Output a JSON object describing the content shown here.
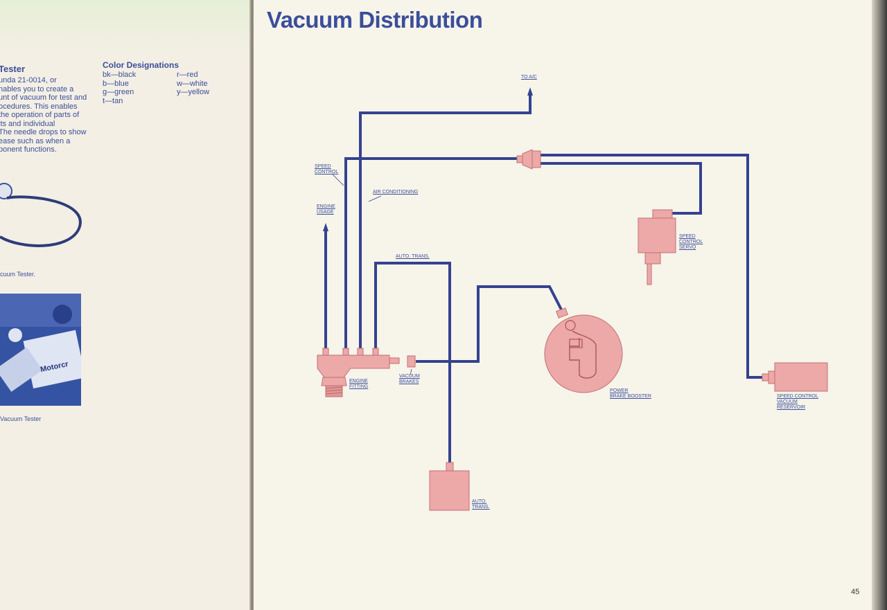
{
  "left_page": {
    "heading_fragment": "Tester",
    "body_lines": [
      "unda 21-0014, or",
      "nables you to create a",
      "unt of vacuum for test and",
      "ocedures. This enables",
      "the operation of parts of",
      "its and individual",
      "The needle drops to show",
      "ease such as when a",
      "ponent functions."
    ],
    "color_designations": {
      "title": "Color Designations",
      "left": [
        "bk—black",
        "b—blue",
        "g—green",
        "t—tan"
      ],
      "right": [
        "r—red",
        "w—white",
        "y—yellow"
      ]
    },
    "caption_1": "cuum Tester.",
    "caption_2": "Vacuum Tester",
    "photo_text": "Motorcr"
  },
  "right_page": {
    "title": "Vacuum Distribution",
    "page_number": "45",
    "labels": {
      "to_ac": "TO A/C",
      "speed_control": [
        "SPEED",
        "CONTROL"
      ],
      "air_conditioning": "AIR CONDITIONING",
      "engine_usage": [
        "ENGINE",
        "USAGE"
      ],
      "auto_trans_line": "AUTO. TRANS.",
      "engine_fitting": [
        "ENGINE",
        "FITTING"
      ],
      "vacuum_brakes": [
        "VACUUM",
        "BRAKES"
      ],
      "speed_control_servo": [
        "SPEED",
        "CONTROL",
        "SERVO"
      ],
      "power_brake_booster": [
        "POWER",
        "BRAKE BOOSTER"
      ],
      "speed_control_reservoir": [
        "SPEED CONTROL",
        "VACUUM",
        "RESERVOIR"
      ],
      "auto_trans_unit": [
        "AUTO.",
        "TRANS."
      ]
    }
  },
  "colors": {
    "line": "#34428f",
    "component": "#eda8a8",
    "component_stroke": "#c07070",
    "text_blue": "#3a4e9a"
  }
}
